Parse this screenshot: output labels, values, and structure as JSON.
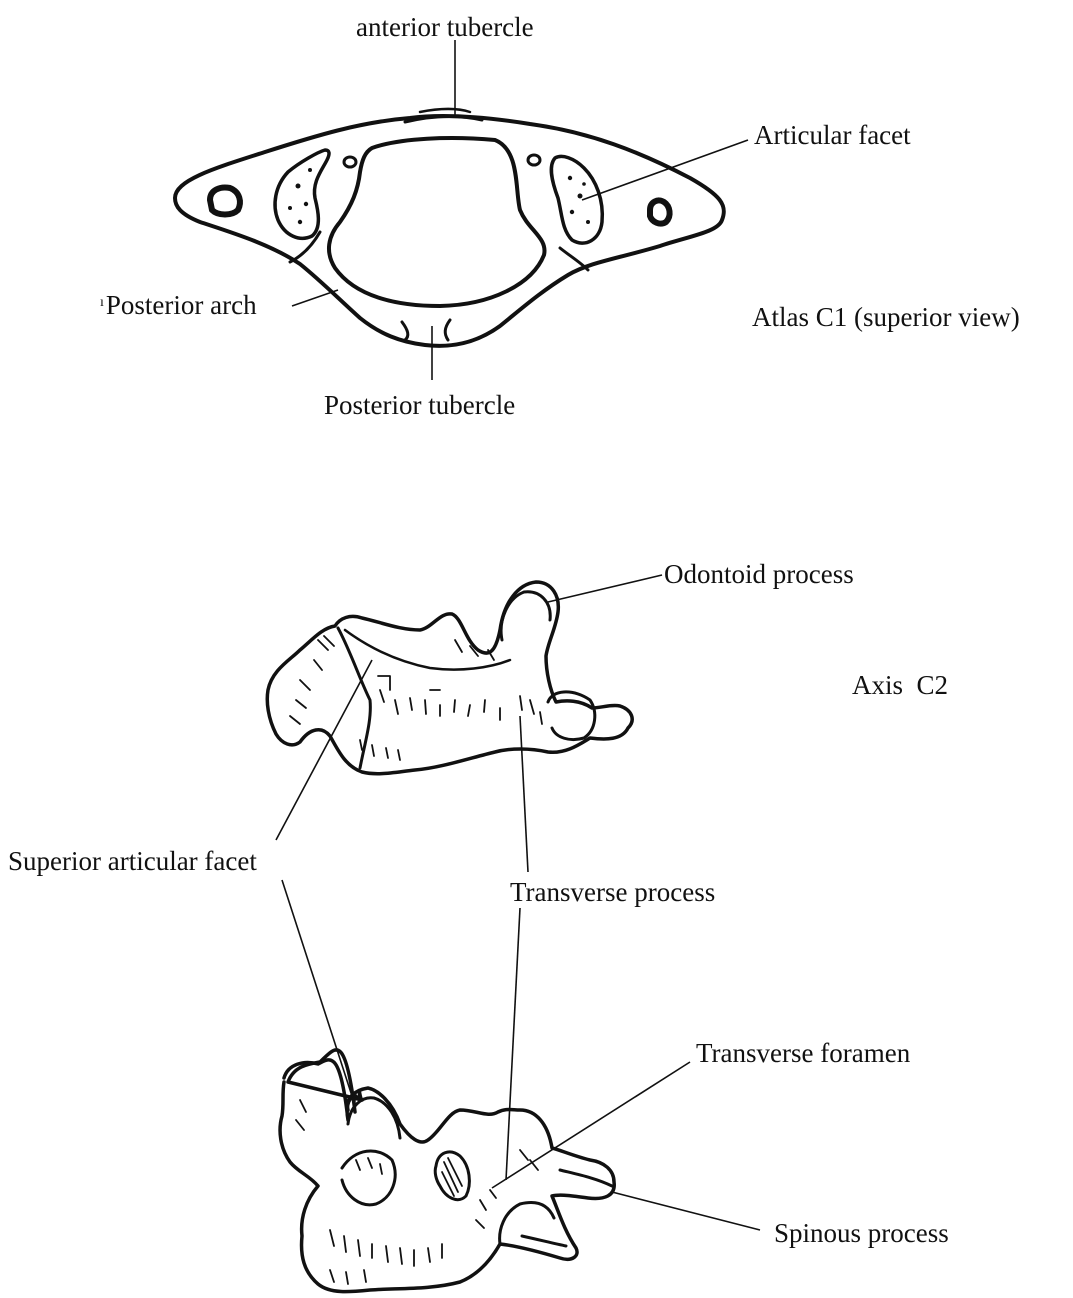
{
  "figure": {
    "atlas": {
      "caption": "Atlas C1 (superior view)",
      "labels": {
        "anterior_tubercle": "anterior tubercle",
        "articular_facet": "Articular facet",
        "posterior_arch": "Posterior arch",
        "posterior_tubercle": "Posterior tubercle"
      }
    },
    "axis": {
      "caption": "Axis  C2",
      "labels": {
        "odontoid_process": "Odontoid process"
      }
    },
    "shared_labels": {
      "superior_articular_facet": "Superior articular facet",
      "transverse_process": "Transverse process"
    },
    "lower_vertebra": {
      "labels": {
        "transverse_foramen": "Transverse foramen",
        "spinous_process": "Spinous process"
      }
    },
    "colors": {
      "ink": "#111111",
      "background": "#ffffff"
    }
  }
}
